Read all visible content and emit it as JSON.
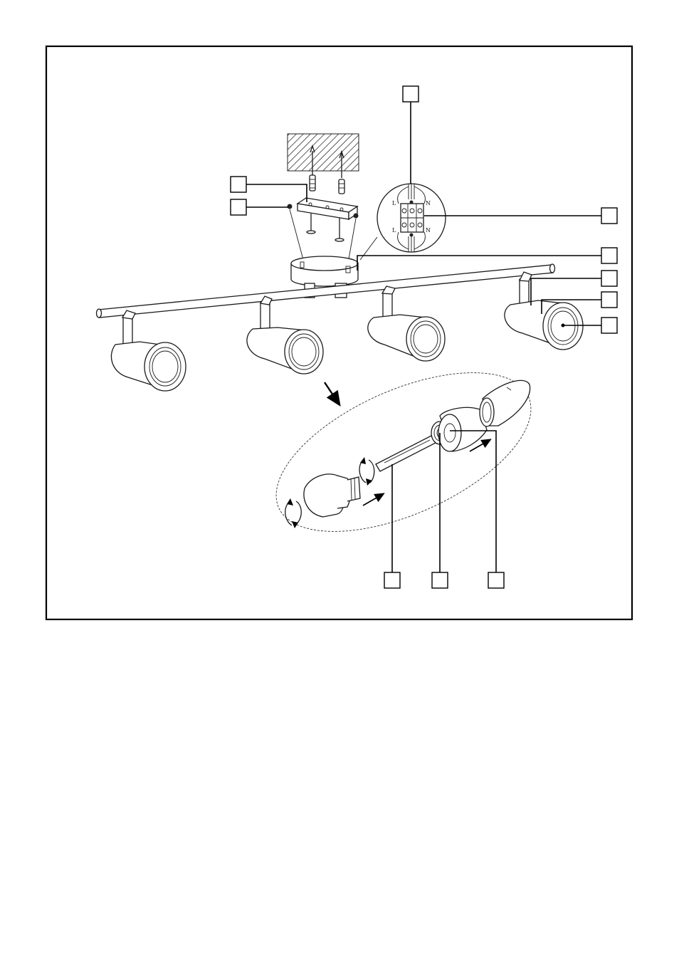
{
  "terminal": {
    "live_top": "L",
    "neutral_top": "N",
    "live_bottom": "L",
    "neutral_bottom": "N"
  }
}
